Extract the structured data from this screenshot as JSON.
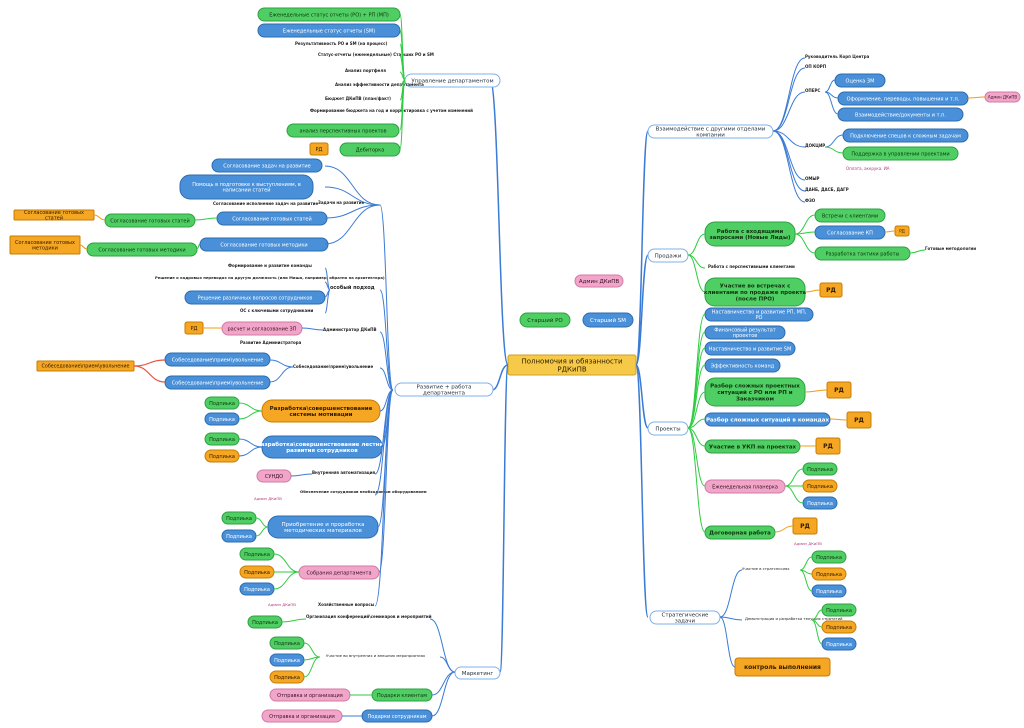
{
  "center": "Полномочия и обязанности РДКиПВ",
  "float_nodes": [
    "Админ ДКиПВ",
    "Старший РО",
    "Старший SM"
  ],
  "branches": {
    "upravlenie": "Управление департаментом",
    "razvitie": "Развитие + работа департамента",
    "marketing": "Маркетинг",
    "vzaim": "Взаимодействие с другими отделами компании",
    "prodazhi": "Продажи",
    "proekty": "Проекты",
    "strategic": "Стратегические задачи"
  },
  "upravlenie_items": [
    "Еженедельные статус отчеты (РО) + РП (МП)",
    "Еженедельные статус отчеты (SM)",
    "Результативность РО и SM (на процесс)",
    "Статус-отчеты (еженедельные) Старших РО и SM",
    "Анализ портфеля",
    "Анализ эффективности департамента",
    "Бюджет ДКиПВ (план/факт)",
    "Формирование бюджета на год и корректировка с учетом изменений",
    "анализ перспективных проектов",
    "Дебиторка",
    "РД"
  ],
  "razvitie_items": {
    "zadachi_label": "Задачи на развитие",
    "soglasovanie_zadach": "Согласование задач на развитие",
    "pomosh": "Помощь в подготовке к выступлениям, в написании статей",
    "soglasovanie_ispoln": "Согласование исполнение задач на развитие",
    "soglasovanie_gotovyh_statei": "Согласование готовых статей",
    "soglasovanie_gotovyh_statei2": "Согласование готовых статей",
    "soglasovanie_gotovyh_statei3": "Согласование готовых статей",
    "soglasovanie_metodik": "Согласование готовых методики",
    "soglasovanie_metodik2": "Согласование готовых методики",
    "soglasovanie_metodik_ext": "Согласование готовых методики",
    "osobiy": "особый подход",
    "formirovanie": "Формирование и развитие команды",
    "reshenie_perevod": "Решение о кадровых переводах на другую должность (или Миша, например, обратно на архитектора)",
    "reshenie_voprosov": "Решение различных вопросов сотрудников",
    "os": "ОС с ключевыми сотрудниками",
    "rd": "РД",
    "raschet": "расчет и согласование ЗП",
    "admin": "Администратор ДКиПВ",
    "razvitie_admin": "Развитие Администратора",
    "sobes1": "Собеседование\\прием\\увольнение",
    "sobes2": "Собеседование\\прием\\увольнение",
    "sobes_label": "Собеседование\\прием\\увольнение",
    "sobes_ext": "Собеседование\\прием\\увольнение",
    "podpiska": "Подпиька",
    "podpiska2": "Подпиька",
    "motiv": "Разработка\\совершенствование системы мотивации",
    "podpiska3": "Подпиька",
    "podpiska4": "Подпиька",
    "lestnica": "Разработка\\совершенствование лестниц развития сотрудников",
    "sunpo": "СУНДО",
    "vnedrenie": "Внутренняя автоматизация",
    "admin_dkipv": "Админ ДКиПВ",
    "obespechenie": "Обеспечение сотрудников необходимым оборудованием",
    "podpiska5": "Подпиька",
    "podpiska6": "Подпиька",
    "priobretenie": "Приобретение и проработка методических материалов",
    "podpiska7": "Подпиька",
    "podpiska8": "Подпиька",
    "podpiska9": "Подпиька",
    "sobrania": "Собрания департамента",
    "admin_dkipv2": "Админ ДКиПВ",
    "hoz": "Хозяйственные вопросы"
  },
  "marketing_items": {
    "organizacia": "Организация конференций\\семинаров и мероприятий",
    "podpiska": "Подпиька",
    "uchastie": "Участие во внутренних и внешних мероприятиях",
    "podpiska2": "Подпиька",
    "podpiska3": "Подпиька",
    "podpiska4": "Подпиька",
    "otpravka1": "Отправка и организация",
    "podarki_klientam": "Подарки клиентам",
    "otpravka2": "Отправка и организация",
    "podarki_sotrudnikam": "Подарки сотрудникам"
  },
  "vzaim_items": {
    "rukovod": "Руководитель Корп Центра",
    "op_korp": "ОП КОРП",
    "opers": "ОПЕРС",
    "ocenka": "Оценка ЗМ",
    "oformlenie": "Оформление, переводы, повышения и т.п.",
    "admin": "Админ ДКиПВ",
    "vzaimodeistvie": "Взаимодействие/документы и т.п.",
    "dokumenty": "ДОКЦИР",
    "podklyuchenie": "Подключение спецов к сложным задачам",
    "podderzhka": "Поддержка в управлении проектами",
    "zametka": "Оплата, аккрука. ИА",
    "omfr": "ОМЫР",
    "dkiv": "ДАНБ, ДАСБ, ДАГР",
    "fzo": "ФЗО"
  },
  "prodazhi_items": {
    "rabota": "Работа с входящими запросами (Новые Лиды)",
    "vstrechi": "Встречи с клиентами",
    "soglasovanie_kp": "Согласование КП",
    "rd": "РД",
    "razrabotka": "Разработка тактики работы",
    "gotovye": "Готовые методологии",
    "rabota_persp": "Работа с перспективными клиентами",
    "uchastie": "Участие во встречах с клиентами по продаже проекта (после ПРО)",
    "rd2": "РД"
  },
  "proekty_items": {
    "nastavnichestvo": "Наставничество и развитие РП, МП, РО",
    "finansovyi": "Финансовый результат проектов",
    "nastavnichestvo_sm": "Наставничество и развитие SM",
    "effektivnost": "Эффективность команд",
    "razbor_proekt": "Разбор сложных проектных ситуаций с РО или РП и Заказчиком",
    "rd": "РД",
    "razbor_komand": "Разбор сложных ситуаций в командах",
    "rd2": "РД",
    "uchastie_ukp": "Участие в УКП на проектах",
    "rd3": "РД",
    "planerka": "Еженедельная планерка",
    "podpiska1": "Подпиька",
    "podpiska2": "Подпиька",
    "podpiska3": "Подпиька",
    "dogovor": "Договорная работа",
    "rd4": "РД",
    "admin": "Админ ДКиПВ"
  },
  "strategic_items": {
    "uchastie": "Участие в стратсессиях",
    "podpiska1": "Подпиька",
    "podpiska2": "Подпиька",
    "podpiska3": "Подпиька",
    "demonstracia": "Демонстрация и разработка текущих стратегий",
    "podpiska4": "Подпиька",
    "podpiska5": "Подпиька",
    "podpiska6": "Подпиька",
    "kontrol": "контроль выполнения"
  },
  "colors": {
    "green": "#4fcf63",
    "blue": "#4a90d9",
    "orange": "#f5a623",
    "pink": "#f1a6c9",
    "yellow": "#f7c948",
    "lightblue": "#d6eaf8",
    "line_green": "#2ecc40",
    "line_blue": "#3a7bd5",
    "line_orange": "#f39c12",
    "line_red": "#e8533f"
  }
}
